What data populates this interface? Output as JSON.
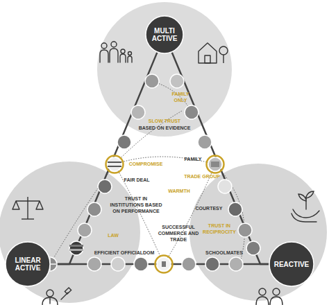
{
  "diagram": {
    "nodes": [
      {
        "text": [
          "MULTI ACTIVE"
        ]
      },
      {
        "text": [
          "LINEAR ACTIVE"
        ]
      },
      {
        "text": [
          "REACTIVE"
        ]
      }
    ],
    "edges": [
      {
        "from": 0,
        "to": 1,
        "arrow": "none"
      },
      {
        "from": 0,
        "to": 2,
        "arrow": "none"
      },
      {
        "from": 1,
        "to": 2,
        "arrow": "none"
      }
    ],
    "labels": [
      "FAMILY ONLY",
      "SLOW TRUST",
      "BASED ON EVIDENCE",
      "COMPROMISE",
      "FAMILY",
      "TRADE GROUP",
      "FAIR DEAL",
      "WARMTH",
      "TRUST IN INSTITUTIONS BASED ON PERFORMANCE",
      "COURTESY",
      "LAW",
      "SUCCESSFUL COMMERCE AND TRADE",
      "TRUST IN RECIPROCITY",
      "EFFICIENT OFFICIALDOM",
      "SCHOOLMATES"
    ]
  }
}
